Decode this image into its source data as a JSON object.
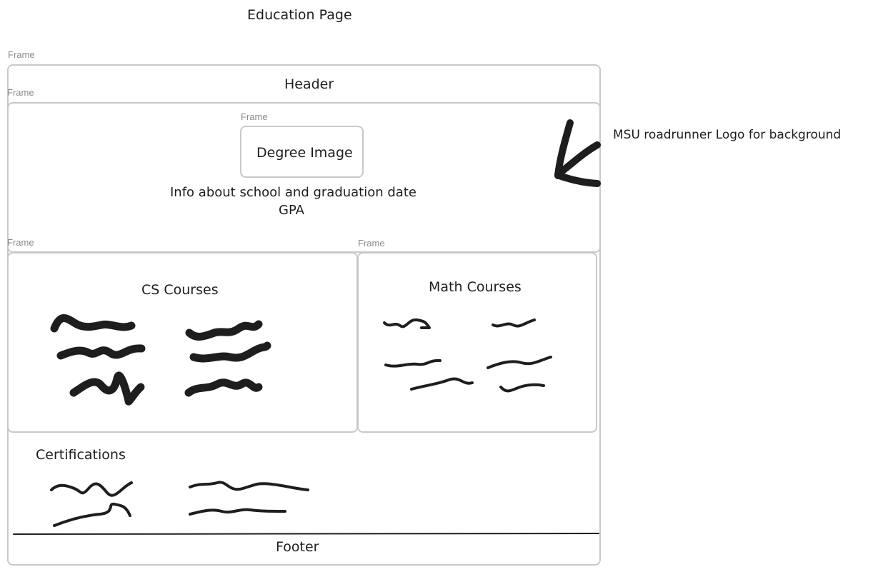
{
  "page_title": "Education Page",
  "frame_label": "Frame",
  "header": {
    "label": "Header"
  },
  "hero": {
    "degree_image_label": "Degree Image",
    "info_line1": "Info about school and graduation date",
    "info_line2": "GPA"
  },
  "annotation": {
    "text": "MSU roadrunner Logo for background",
    "arrow_icon": "arrow-icon"
  },
  "cs_courses": {
    "title": "CS Courses"
  },
  "math_courses": {
    "title": "Math Courses"
  },
  "certifications": {
    "title": "Certifications"
  },
  "footer": {
    "label": "Footer"
  },
  "colors": {
    "stroke": "#1e1e1e",
    "frame_border": "#c8c8c8",
    "frame_label": "#8a8a8a",
    "background": "#ffffff"
  }
}
